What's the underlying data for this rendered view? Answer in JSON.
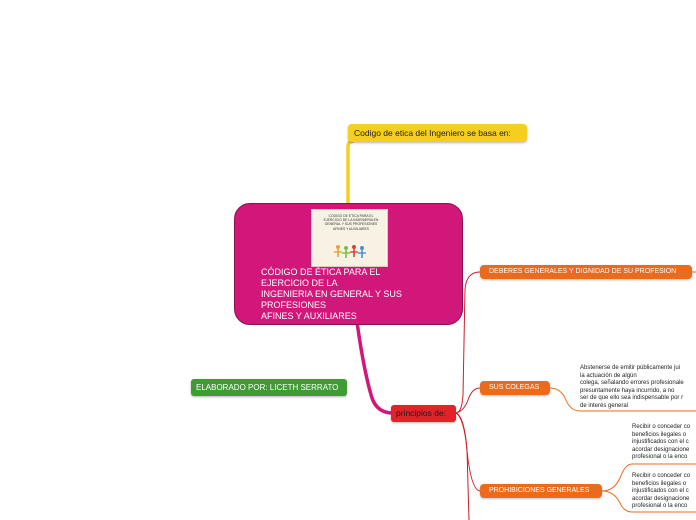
{
  "diagram": {
    "top_node": "Codigo de etica del  Ingeniero se basa en:",
    "central": {
      "thumb_text": "CODIGO DE ETICA PARA EL EJERCICIO DE LA INGENIERIA EN GENERAL Y SUS PROFESIONES AFINES Y AUXILIARES",
      "title_lines": [
        "CÓDIGO DE ÉTICA PARA EL",
        "EJERCICIO DE LA",
        "INGENIERIA EN GENERAL Y SUS",
        "PROFESIONES",
        "AFINES Y AUXILIARES"
      ]
    },
    "author": "ELABORADO POR: LICETH SERRATO",
    "principles": "principios de:",
    "branches": [
      "DEBERES GENERALES Y DIGNIDAD DE SU PROFESION",
      "SUS COLEGAS",
      "PROHIBICIONES GENERALES"
    ],
    "notes": [
      {
        "lines": [
          "Abstenerse de emitir públicamente jui",
          "la actuación de algún",
          "colega, señalando errores profesionale",
          "presuntamente haya incurrido, a no",
          "ser de que ello sea indispensable por r",
          "de interés general"
        ]
      },
      {
        "lines": [
          "Recibir o conceder co",
          "beneficios ilegales o",
          "injustificados con el c",
          "acordar designacione",
          "profesional o la enco"
        ]
      },
      {
        "lines": [
          "Recibir o conceder co",
          "beneficios ilegales o",
          "injustificados con el c",
          "acordar designacione",
          "profesional o la enco"
        ]
      }
    ],
    "colors": {
      "central": "#d1177a",
      "top_node": "#f5cf1e",
      "author": "#3f9b33",
      "principles": "#e02328",
      "branch": "#ec6a1c",
      "link_main": "#d1177a",
      "link_yellow": "#f5cf1e",
      "link_red": "#c6202a",
      "link_orange": "#ec6a1c"
    }
  }
}
